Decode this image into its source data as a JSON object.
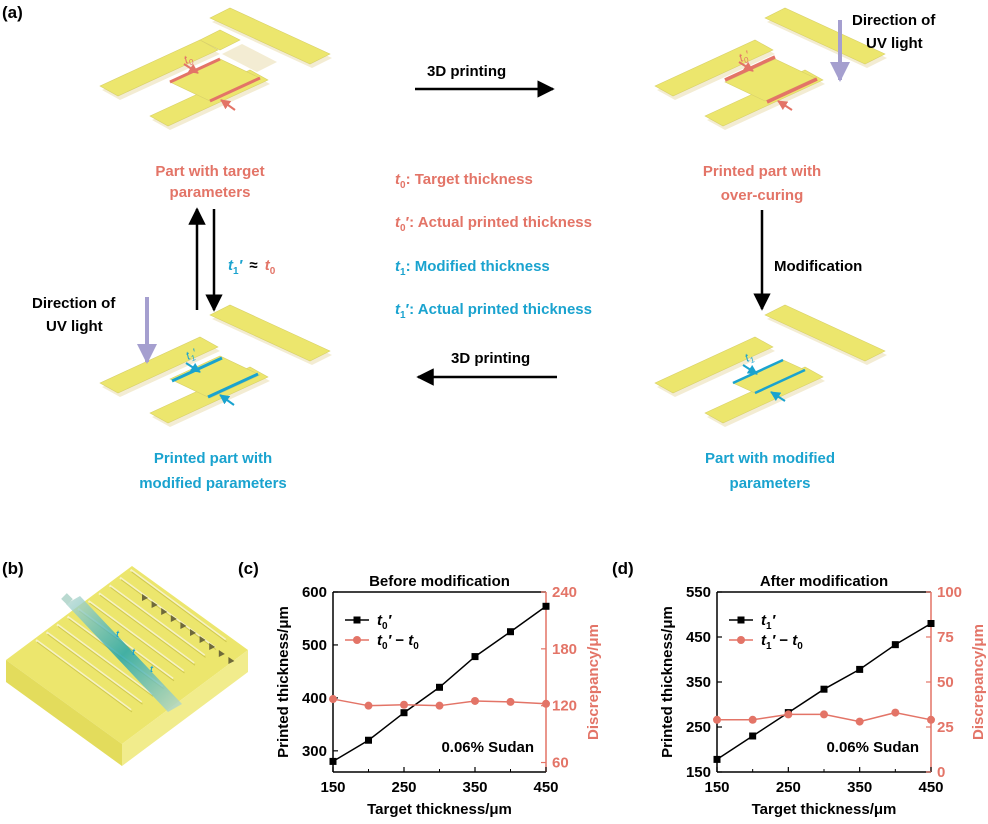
{
  "panel_labels": {
    "a": "(a)",
    "b": "(b)",
    "c": "(c)",
    "d": "(d)"
  },
  "flow": {
    "arrow_top": "3D printing",
    "arrow_bottom": "3D printing",
    "arrow_right": "Modification",
    "uv_right_line1": "Direction of",
    "uv_right_line2": "UV light",
    "uv_left_line1": "Direction of",
    "uv_left_line2": "UV light",
    "loop_rel": "≈",
    "part_target_1": "Part with target",
    "part_target_2": "parameters",
    "part_overcure_1": "Printed part with",
    "part_overcure_2": "over-curing",
    "part_modified_1": "Part with modified",
    "part_modified_2": "parameters",
    "part_printed_mod_1": "Printed part with",
    "part_printed_mod_2": "modified parameters"
  },
  "legend_defs": [
    {
      "sym": "t",
      "sub": "0",
      "prime": "",
      "text": ": Target thickness",
      "color": "#e37467"
    },
    {
      "sym": "t",
      "sub": "0",
      "prime": "′",
      "text": ": Actual printed thickness",
      "color": "#e37467"
    },
    {
      "sym": "t",
      "sub": "1",
      "prime": "",
      "text": ": Modified thickness",
      "color": "#1aa3cf"
    },
    {
      "sym": "t",
      "sub": "1",
      "prime": "′",
      "text": ": Actual printed thickness",
      "color": "#1aa3cf"
    }
  ],
  "colors": {
    "part": "#ece66d",
    "part_dark": "#c9c24e",
    "base": "#f3ecd3",
    "red": "#e37467",
    "blue": "#1aa3cf",
    "uv": "#a59fcf",
    "black": "#000000"
  },
  "chart_data": [
    {
      "type": "line",
      "title": "Before modification",
      "xlabel": "Target thickness/μm",
      "ylabel": "Printed thickness/μm",
      "y2label": "Discrepancy/μm",
      "annotation": "0.06% Sudan",
      "xlim": [
        150,
        450
      ],
      "xticks": [
        150,
        250,
        350,
        450
      ],
      "ylim": [
        260,
        600
      ],
      "yticks": [
        300,
        400,
        500,
        600
      ],
      "y2lim": [
        50,
        240
      ],
      "y2ticks": [
        60,
        120,
        180,
        240
      ],
      "legend": [
        {
          "sym": "t",
          "sub": "0",
          "prime": "′",
          "rest": ""
        },
        {
          "sym": "t",
          "sub": "0",
          "prime": "′",
          "rest": " − t",
          "rest_sub": "0"
        }
      ],
      "series": [
        {
          "axis": "left",
          "marker": "square",
          "color": "#000000",
          "x": [
            150,
            200,
            250,
            300,
            350,
            400,
            450
          ],
          "y": [
            280,
            320,
            372,
            420,
            478,
            525,
            573
          ]
        },
        {
          "axis": "right",
          "marker": "circle",
          "color": "#e37467",
          "x": [
            150,
            200,
            250,
            300,
            350,
            400,
            450
          ],
          "y": [
            127,
            120,
            121,
            120,
            125,
            124,
            122
          ]
        }
      ]
    },
    {
      "type": "line",
      "title": "After modification",
      "xlabel": "Target thickness/μm",
      "ylabel": "Printed thickness/μm",
      "y2label": "Discrepancy/μm",
      "annotation": "0.06% Sudan",
      "xlim": [
        150,
        450
      ],
      "xticks": [
        150,
        250,
        350,
        450
      ],
      "ylim": [
        150,
        550
      ],
      "yticks": [
        150,
        250,
        350,
        450,
        550
      ],
      "y2lim": [
        0,
        100
      ],
      "y2ticks": [
        0,
        25,
        50,
        75,
        100
      ],
      "legend": [
        {
          "sym": "t",
          "sub": "1",
          "prime": "′",
          "rest": ""
        },
        {
          "sym": "t",
          "sub": "1",
          "prime": "′",
          "rest": " − t",
          "rest_sub": "0"
        }
      ],
      "series": [
        {
          "axis": "left",
          "marker": "square",
          "color": "#000000",
          "x": [
            150,
            200,
            250,
            300,
            350,
            400,
            450
          ],
          "y": [
            178,
            230,
            282,
            334,
            378,
            433,
            480
          ]
        },
        {
          "axis": "right",
          "marker": "circle",
          "color": "#e37467",
          "x": [
            150,
            200,
            250,
            300,
            350,
            400,
            450
          ],
          "y": [
            29,
            29,
            32,
            32,
            28,
            33,
            29
          ]
        }
      ]
    }
  ]
}
